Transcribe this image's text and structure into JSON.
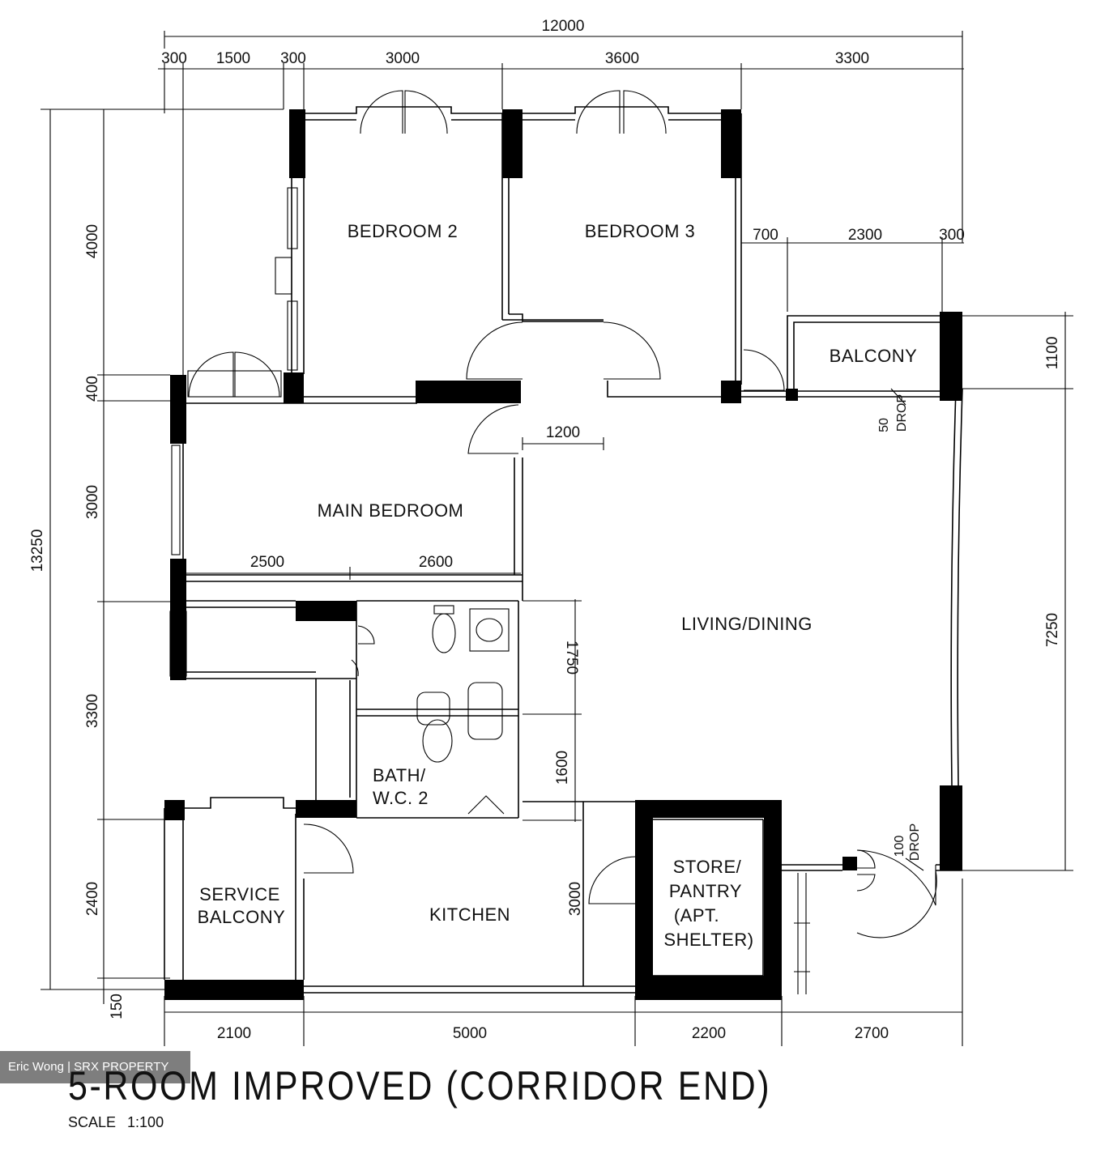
{
  "rooms": {
    "bedroom2": "BEDROOM 2",
    "bedroom3": "BEDROOM 3",
    "main_bedroom": "MAIN BEDROOM",
    "balcony": "BALCONY",
    "living_dining": "LIVING/DINING",
    "bath_wc2_line1": "BATH/",
    "bath_wc2_line2": "W.C. 2",
    "service_balcony_line1": "SERVICE",
    "service_balcony_line2": "BALCONY",
    "kitchen": "KITCHEN",
    "store_line1": "STORE/",
    "store_line2": "PANTRY",
    "store_line3": "(APT.",
    "store_line4": "SHELTER)"
  },
  "dimensions": {
    "top_total": "12000",
    "top_300a": "300",
    "top_1500": "1500",
    "top_300b": "300",
    "top_3000": "3000",
    "top_3600": "3600",
    "top_3300": "3300",
    "bal_700": "700",
    "bal_2300": "2300",
    "bal_300": "300",
    "corridor_1200": "1200",
    "mb_2500": "2500",
    "mb_2600": "2600",
    "bottom_2100": "2100",
    "bottom_5000": "5000",
    "bottom_2200": "2200",
    "bottom_2700": "2700",
    "left_total": "13250",
    "left_4000": "4000",
    "left_400": "400",
    "left_3000": "3000",
    "left_3300": "3300",
    "left_2400": "2400",
    "left_150": "150",
    "right_1100": "1100",
    "right_7250": "7250",
    "bath_1750": "1750",
    "bath_1600": "1600",
    "kitchen_3000": "3000",
    "drop_50": "50",
    "drop_100": "100",
    "drop_word": "DROP"
  },
  "title": "5-ROOM IMPROVED (CORRIDOR END)",
  "scale_label": "SCALE",
  "scale_value": "1:100",
  "watermark": "Eric Wong | SRX PROPERTY"
}
